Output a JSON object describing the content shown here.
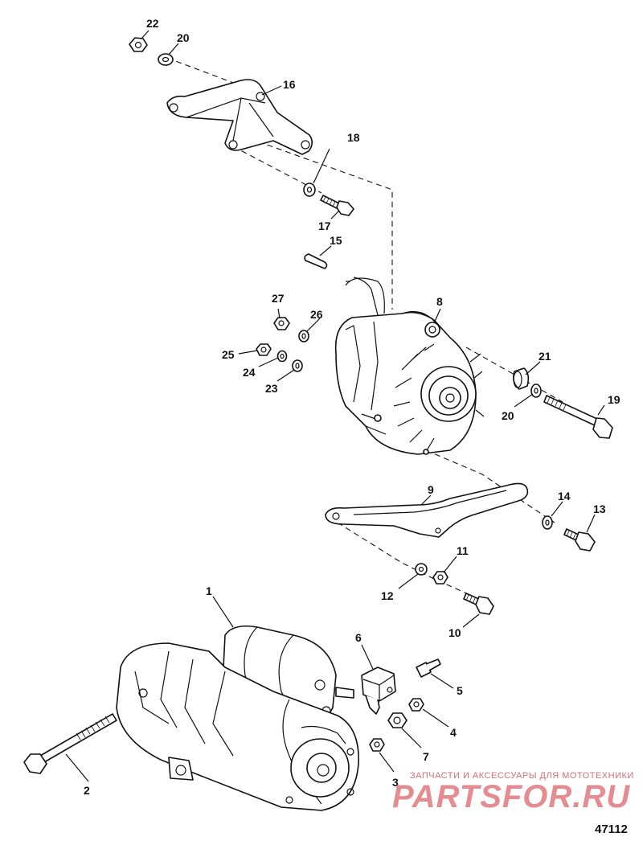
{
  "diagram": {
    "figure_number": "47112",
    "callouts": {
      "c1": "1",
      "c2": "2",
      "c3": "3",
      "c4": "4",
      "c5": "5",
      "c6": "6",
      "c7": "7",
      "c8": "8",
      "c9": "9",
      "c10": "10",
      "c11": "11",
      "c12": "12",
      "c13": "13",
      "c14": "14",
      "c15": "15",
      "c16": "16",
      "c17": "17",
      "c18": "18",
      "c19": "19",
      "c20a": "20",
      "c20b": "20",
      "c21": "21",
      "c22": "22",
      "c23": "23",
      "c24": "24",
      "c25": "25",
      "c26": "26",
      "c27": "27"
    }
  },
  "watermark": {
    "tagline": "ЗАПЧАСТИ И АКСЕССУАРЫ ДЛЯ МОТОТЕХНИКИ",
    "brand": "PARTSFOR.RU",
    "color": "#e58c93"
  }
}
